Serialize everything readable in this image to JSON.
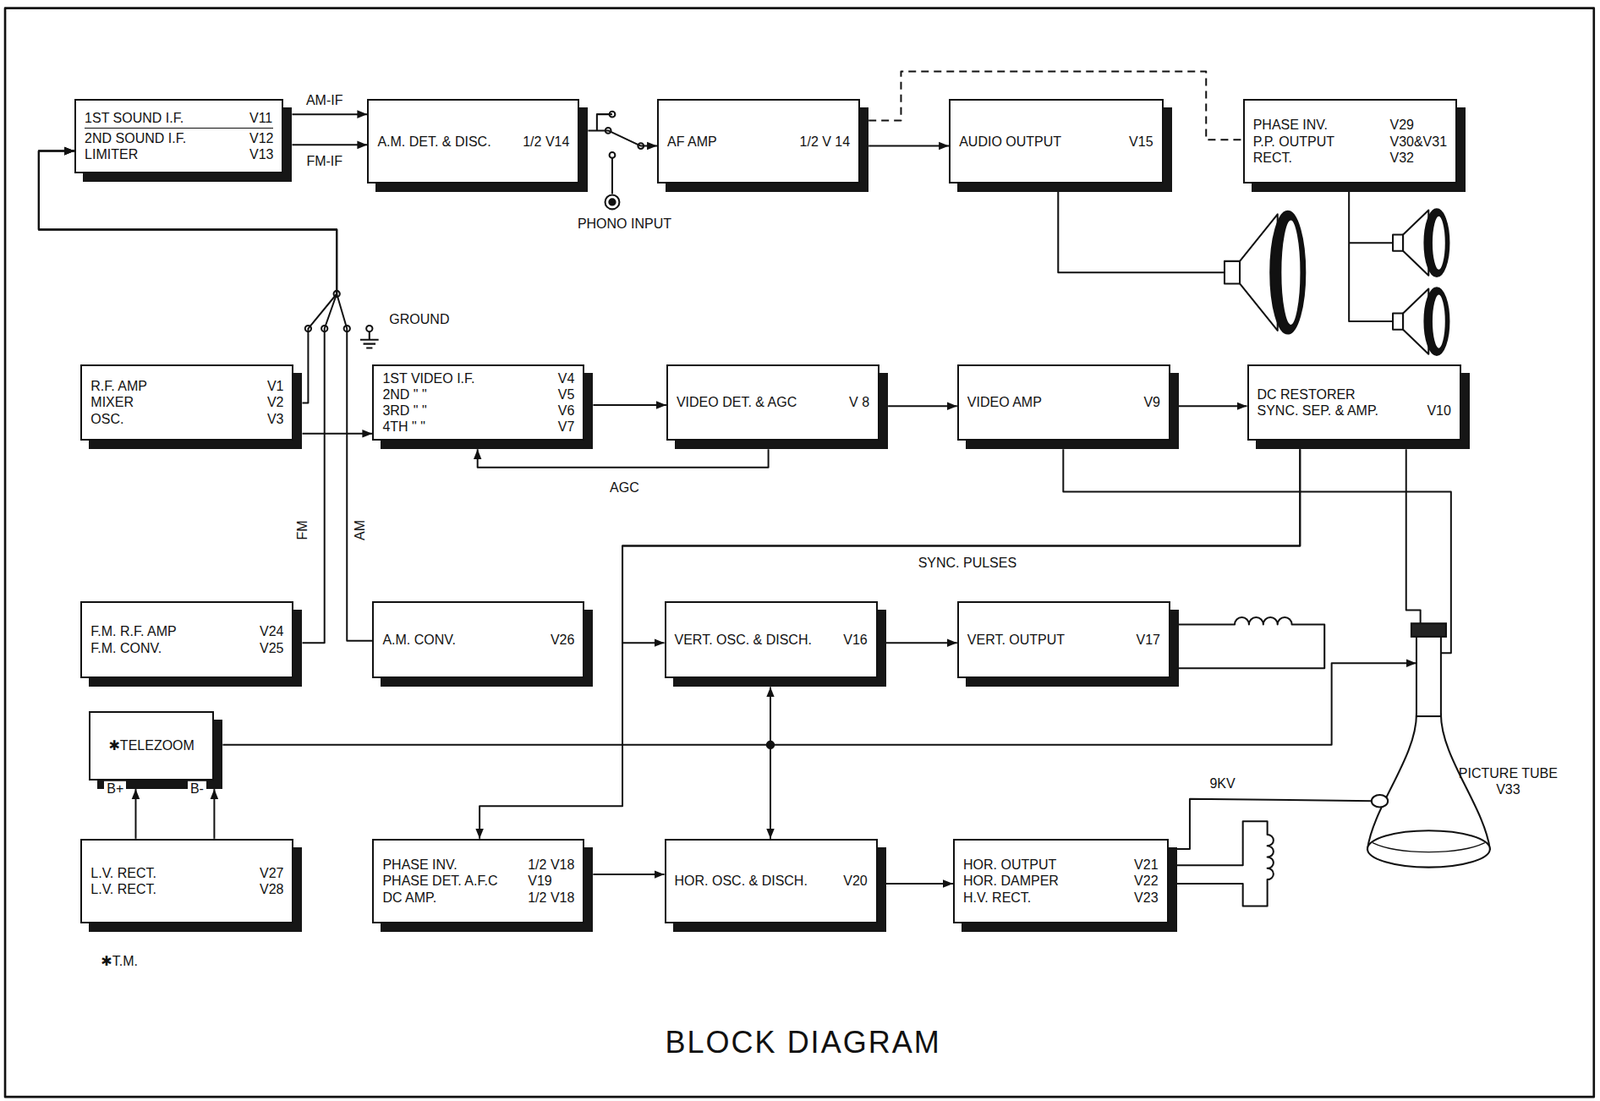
{
  "diagram": {
    "title": "BLOCK DIAGRAM",
    "nodes": [
      {
        "text": [
          "1ST SOUND I.F.",
          "V11",
          "2ND SOUND I.F.",
          "V12",
          "LIMITER",
          "V13"
        ]
      },
      {
        "text": [
          "A.M. DET. & DISC.",
          "1/2 V14"
        ]
      },
      {
        "text": [
          "AF AMP",
          "1/2 V 14"
        ]
      },
      {
        "text": [
          "AUDIO OUTPUT",
          "V15"
        ]
      },
      {
        "text": [
          "PHASE INV.",
          "V29",
          "P.P. OUTPUT",
          "V30&V31",
          "RECT.",
          "V32"
        ]
      },
      {
        "text": [
          "R.F. AMP",
          "V1",
          "MIXER",
          "V2",
          "OSC.",
          "V3"
        ]
      },
      {
        "text": [
          "1ST VIDEO I.F.",
          "V4",
          "2ND \" \"",
          "V5",
          "3RD \" \"",
          "V6",
          "4TH \" \"",
          "V7"
        ]
      },
      {
        "text": [
          "VIDEO DET. & AGC",
          "V 8"
        ]
      },
      {
        "text": [
          "VIDEO AMP",
          "V9"
        ]
      },
      {
        "text": [
          "DC RESTORER",
          "SYNC. SEP. & AMP.",
          "V10"
        ]
      },
      {
        "text": [
          "F.M. R.F. AMP",
          "V24",
          "F.M. CONV.",
          "V25"
        ]
      },
      {
        "text": [
          "A.M. CONV.",
          "V26"
        ]
      },
      {
        "text": [
          "VERT. OSC. & DISCH.",
          "V16"
        ]
      },
      {
        "text": [
          "VERT. OUTPUT",
          "V17"
        ]
      },
      {
        "text": [
          "✱TELEZOOM"
        ]
      },
      {
        "text": [
          "L.V. RECT.",
          "V27",
          "L.V. RECT.",
          "V28"
        ]
      },
      {
        "text": [
          "PHASE INV.",
          "1/2 V18",
          "PHASE DET. A.F.C",
          "V19",
          "DC AMP.",
          "1/2 V18"
        ]
      },
      {
        "text": [
          "HOR. OSC. & DISCH.",
          "V20"
        ]
      },
      {
        "text": [
          "HOR. OUTPUT",
          "V21",
          "HOR. DAMPER",
          "V22",
          "H.V. RECT.",
          "V23"
        ]
      },
      {
        "text": [
          "PICTURE TUBE V33"
        ]
      }
    ],
    "edges": [
      {
        "from": 0,
        "to": 1,
        "label": "AM-IF",
        "arrow": "to"
      },
      {
        "from": 0,
        "to": 1,
        "label": "FM-IF",
        "arrow": "to"
      },
      {
        "from": 1,
        "to": 2,
        "arrow": "to"
      },
      {
        "from": 2,
        "to": 3,
        "arrow": "to"
      },
      {
        "from": 2,
        "to": 4,
        "arrow": "none"
      },
      {
        "from": 5,
        "to": 6,
        "arrow": "to"
      },
      {
        "from": 5,
        "to": 0,
        "arrow": "to"
      },
      {
        "from": 10,
        "to": 0,
        "label": "FM",
        "arrow": "to"
      },
      {
        "from": 11,
        "to": 0,
        "label": "AM",
        "arrow": "to"
      },
      {
        "from": 6,
        "to": 7,
        "arrow": "to"
      },
      {
        "from": 7,
        "to": 6,
        "label": "AGC",
        "arrow": "to"
      },
      {
        "from": 7,
        "to": 8,
        "arrow": "to"
      },
      {
        "from": 8,
        "to": 9,
        "arrow": "to"
      },
      {
        "from": 8,
        "to": 19,
        "arrow": "none"
      },
      {
        "from": 9,
        "to": 19,
        "arrow": "none"
      },
      {
        "from": 9,
        "to": 12,
        "label": "SYNC. PULSES",
        "arrow": "to"
      },
      {
        "from": 9,
        "to": 16,
        "arrow": "to"
      },
      {
        "from": 12,
        "to": 13,
        "arrow": "to"
      },
      {
        "from": 12,
        "to": 17,
        "arrow": "both"
      },
      {
        "from": 14,
        "to": 19,
        "arrow": "to"
      },
      {
        "from": 15,
        "to": 14,
        "label": "B+",
        "arrow": "to"
      },
      {
        "from": 15,
        "to": 14,
        "label": "B-",
        "arrow": "to"
      },
      {
        "from": 16,
        "to": 17,
        "arrow": "to"
      },
      {
        "from": 17,
        "to": 18,
        "arrow": "to"
      },
      {
        "from": 18,
        "to": 19,
        "label": "9KV",
        "arrow": "none"
      }
    ],
    "labels": [
      "PHONO INPUT",
      "GROUND",
      "✱T.M."
    ]
  }
}
